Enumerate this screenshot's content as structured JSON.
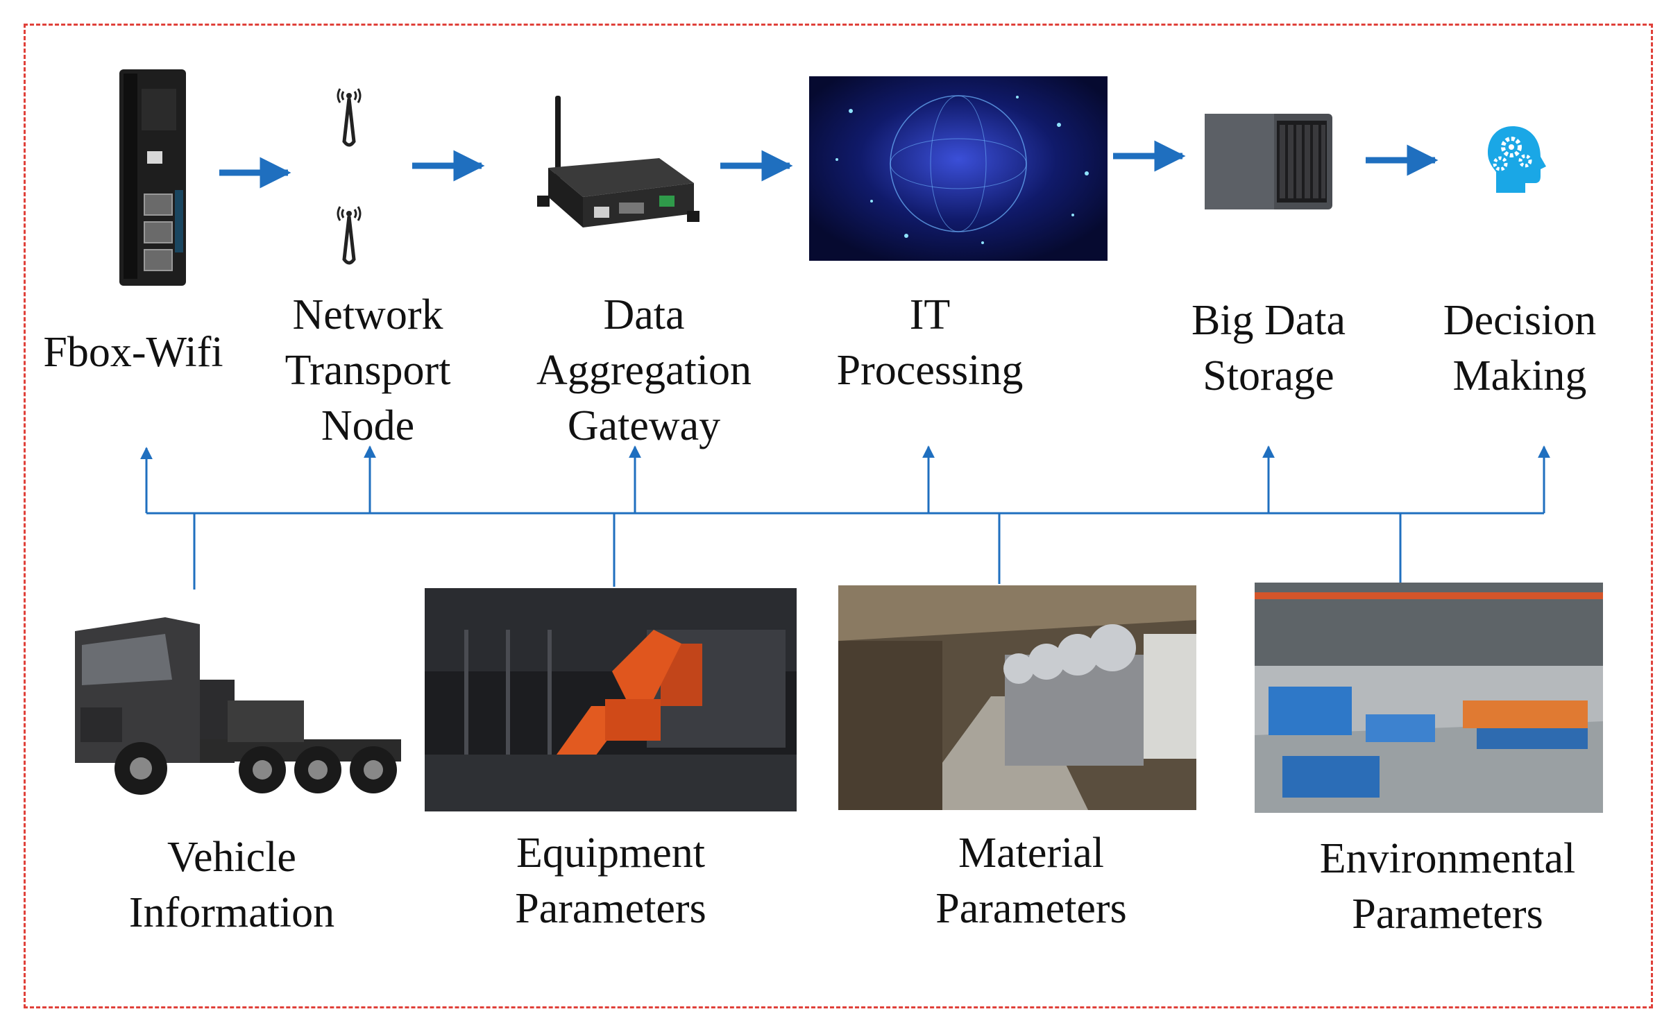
{
  "pipeline": [
    {
      "id": "fbox",
      "lines": [
        "Fbox-Wifi"
      ]
    },
    {
      "id": "network",
      "lines": [
        "Network",
        "Transport",
        "Node"
      ]
    },
    {
      "id": "gateway",
      "lines": [
        "Data",
        "Aggregation",
        "Gateway"
      ]
    },
    {
      "id": "it",
      "lines": [
        "IT",
        "Processing"
      ]
    },
    {
      "id": "storage",
      "lines": [
        "Big Data",
        "Storage"
      ]
    },
    {
      "id": "decision",
      "lines": [
        "Decision",
        "Making"
      ]
    }
  ],
  "sources": [
    {
      "id": "vehicle",
      "lines": [
        "Vehicle",
        "Information"
      ]
    },
    {
      "id": "equipment",
      "lines": [
        "Equipment",
        "Parameters"
      ]
    },
    {
      "id": "material",
      "lines": [
        "Material",
        "Parameters"
      ]
    },
    {
      "id": "environment",
      "lines": [
        "Environmental",
        "Parameters"
      ]
    }
  ],
  "colors": {
    "arrow": "#1f6fbf",
    "frame": "#e0413a",
    "accent": "#1aa7e6"
  }
}
